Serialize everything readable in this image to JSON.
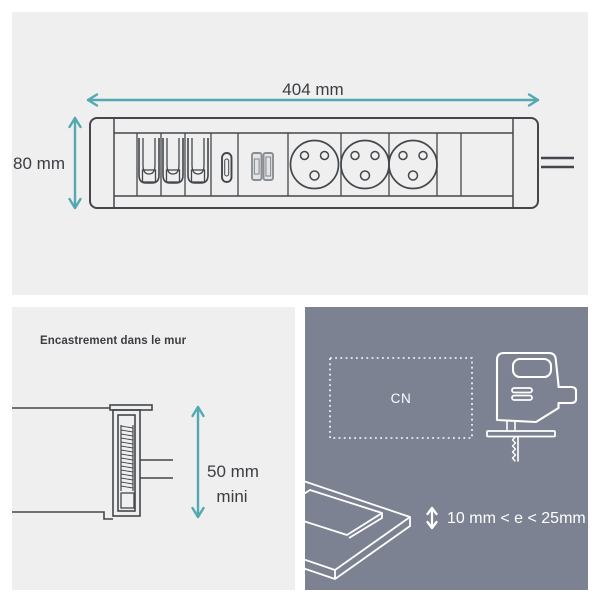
{
  "colors": {
    "page_bg": "#ffffff",
    "panel_bg": "#efeff0",
    "dark_panel_bg": "#7c8292",
    "stroke_dark": "#43474b",
    "stroke_light": "#ffffff",
    "dimension_teal": "#54a8b1",
    "text_dark": "#3a3d41",
    "usb_gray": "#8a8e93"
  },
  "top_panel": {
    "width_dimension": "404 mm",
    "height_dimension": "80 mm",
    "product_drawing": {
      "rj45_ports": 3,
      "usb_c_ports": 1,
      "usb_a_ports": 2,
      "power_sockets": 3
    }
  },
  "bottom_left_panel": {
    "title": "Encastrement dans le mur",
    "depth_dimension_line1": "50 mm",
    "depth_dimension_line2": "mini"
  },
  "bottom_right_panel": {
    "cutout_label": "CN",
    "thickness_label": "10 mm < e < 25mm"
  },
  "icons": {
    "width_arrow": "horizontal-double-arrow-icon",
    "height_arrow": "vertical-double-arrow-icon",
    "depth_arrow": "vertical-double-arrow-icon",
    "thickness_arrow": "vertical-double-arrow-icon",
    "tool": "jigsaw-icon"
  }
}
